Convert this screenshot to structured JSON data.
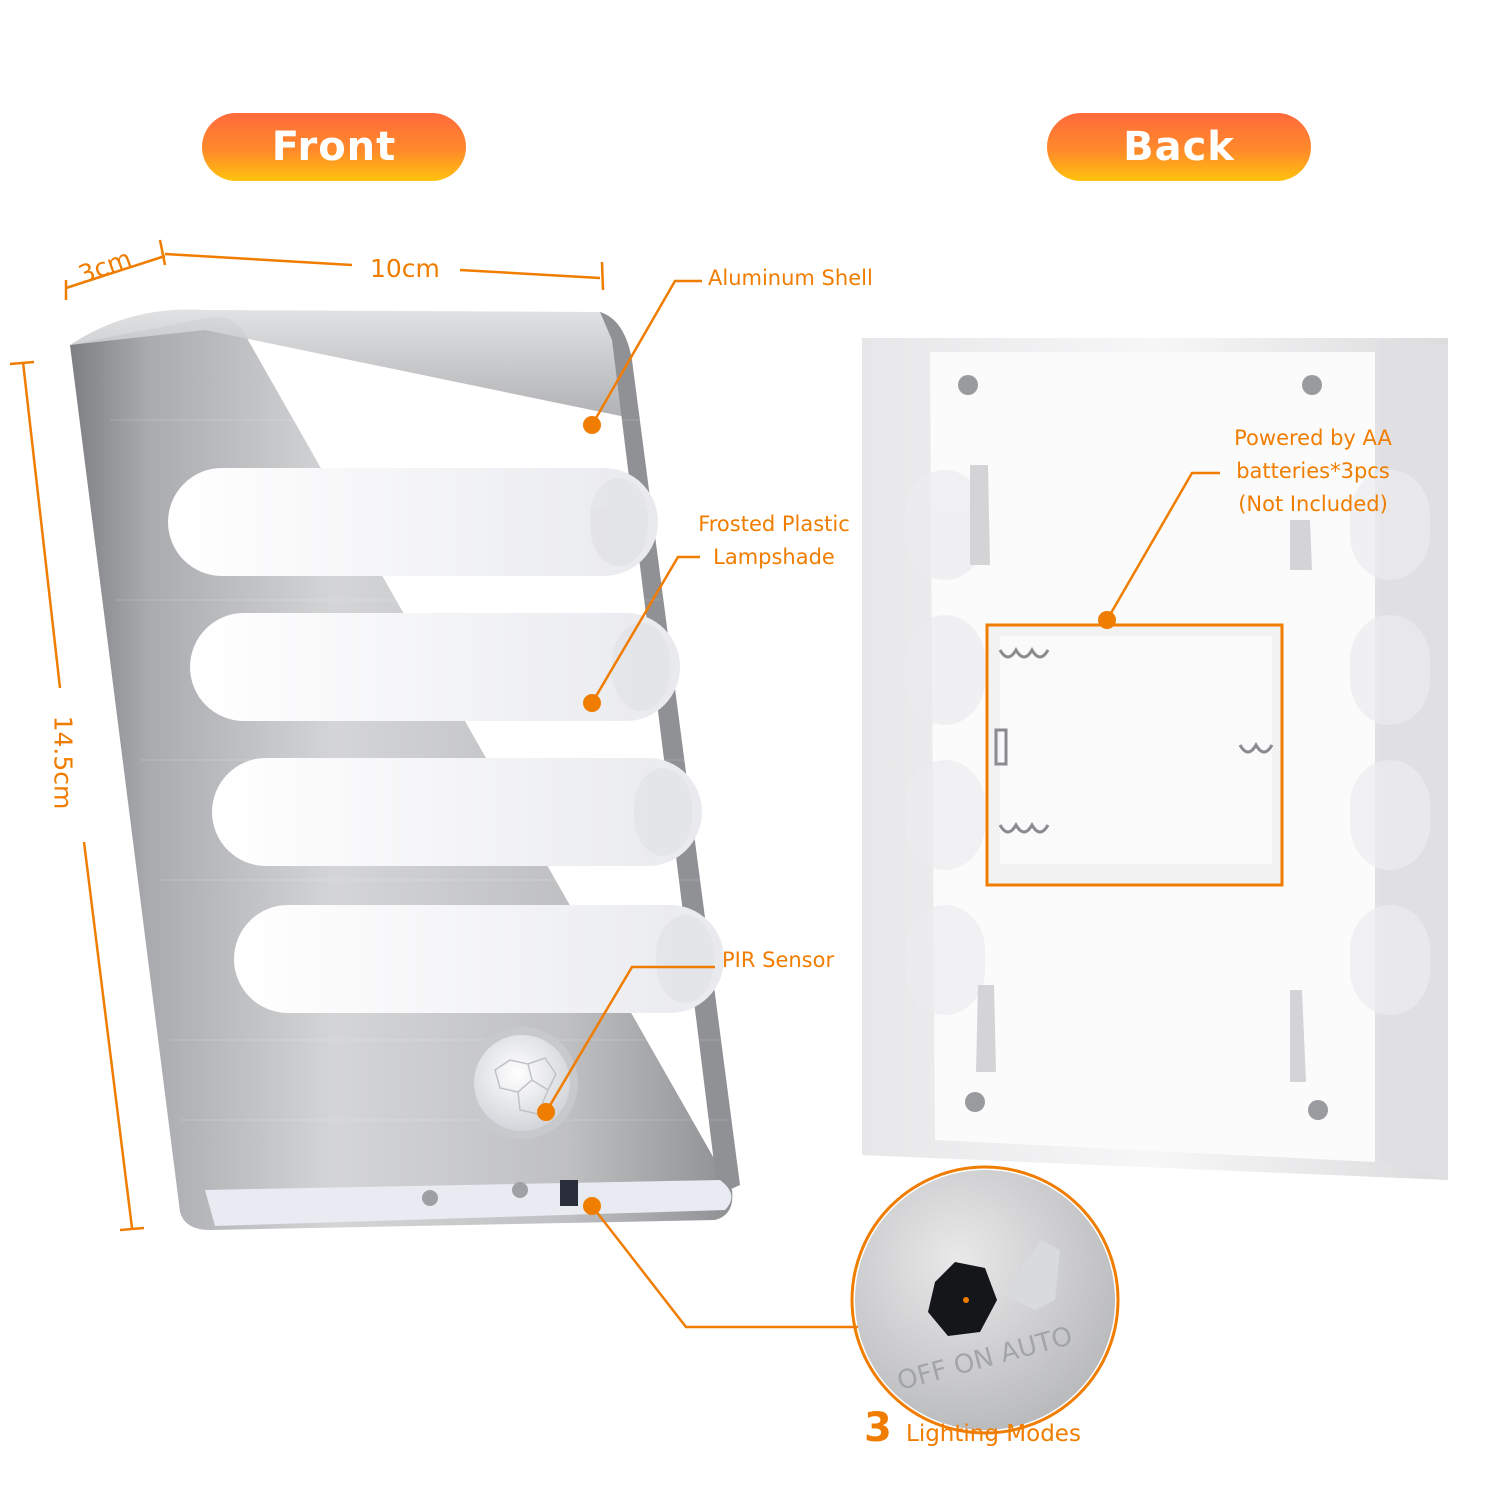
{
  "headers": {
    "front": "Front",
    "back": "Back"
  },
  "dimensions": {
    "depth": "3cm",
    "width": "10cm",
    "height": "14.5cm"
  },
  "callouts": {
    "aluminum_shell": "Aluminum Shell",
    "lampshade_line1": "Frosted Plastic",
    "lampshade_line2": "Lampshade",
    "pir_sensor": "PIR Sensor",
    "battery_line1": "Powered by AA",
    "battery_line2": "batteries*3pcs",
    "battery_line3": "(Not Included)"
  },
  "modes": {
    "count": "3",
    "label": "Lighting Modes",
    "switch_text": "OFF ON AUTO"
  },
  "colors": {
    "accent": "#f07d00",
    "pill_top": "#ff6a3d",
    "pill_bottom": "#ffc20e",
    "metal": "#b9b9bb",
    "frosted": "#f7f7f9"
  }
}
